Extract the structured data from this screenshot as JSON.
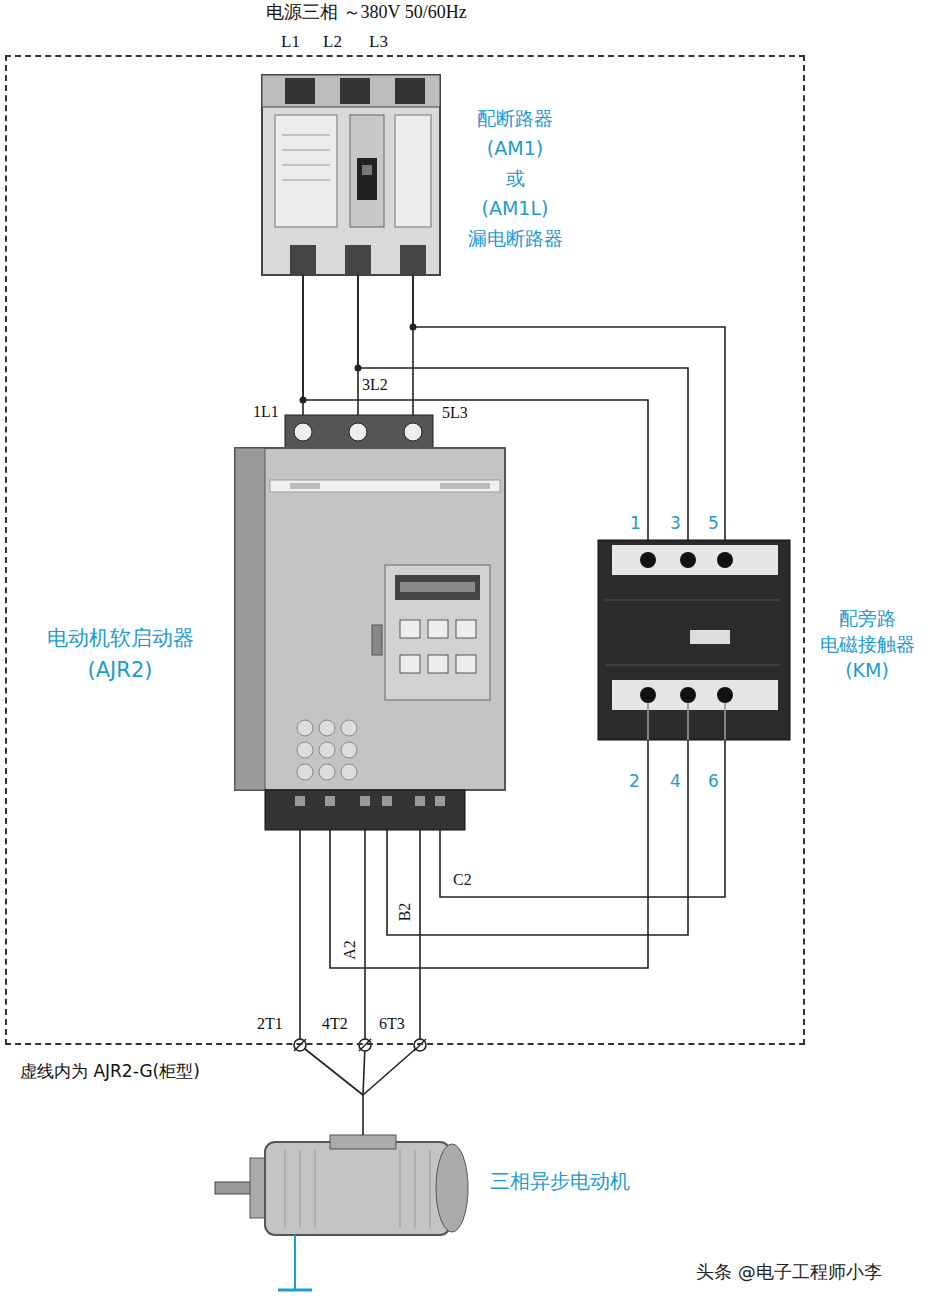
{
  "diagram": {
    "title": "电源三相 ～380V 50/60Hz",
    "nodes": [
      {
        "text": [
          "虚线内为 AJR2-G(柜型)"
        ]
      },
      {
        "text": [
          "配断路器 (AM1) 或 (AM1L) 漏电断路器"
        ],
        "in": 0
      },
      {
        "text": [
          "电动机软启动器 (AJR2)"
        ],
        "in": 0
      },
      {
        "text": [
          "配旁路 电磁接触器 (KM)"
        ],
        "in": 0
      },
      {
        "text": [
          "三相异步电动机"
        ]
      }
    ],
    "edges": [
      {
        "from": 1,
        "to": 2,
        "arrow": "none"
      },
      {
        "from": 1,
        "to": 3,
        "arrow": "none"
      },
      {
        "from": 2,
        "to": 3,
        "arrow": "none"
      },
      {
        "from": 2,
        "to": 4,
        "arrow": "none"
      }
    ],
    "labels": [
      "L1",
      "L2",
      "L3",
      "1L1",
      "3L2",
      "5L3",
      "1",
      "3",
      "5",
      "2",
      "4",
      "6",
      "A2",
      "B2",
      "C2",
      "2T1",
      "4T2",
      "6T3",
      "头条 @电子工程师小李"
    ]
  }
}
